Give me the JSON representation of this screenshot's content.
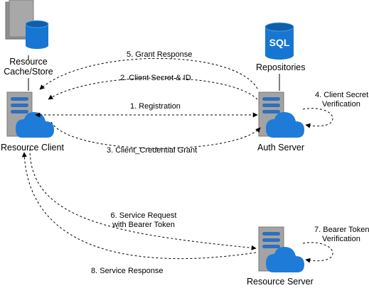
{
  "nodes": {
    "cache": {
      "label_line1": "Resource",
      "label_line2": "Cache/Store",
      "icons": [
        "document-stack-icon",
        "database-cylinder-icon"
      ]
    },
    "repositories": {
      "label": "Repositories",
      "badge": "SQL",
      "icon": "sql-database-icon"
    },
    "client": {
      "label": "Resource Client",
      "icons": [
        "server-icon",
        "cloud-icon"
      ]
    },
    "auth": {
      "label": "Auth Server",
      "icons": [
        "server-icon",
        "cloud-icon"
      ]
    },
    "resource_server": {
      "label": "Resource Server",
      "icons": [
        "server-icon",
        "cloud-icon"
      ]
    }
  },
  "edges": {
    "grant_response": "5. Grant Response",
    "client_secret_id": "2. Client Secret & ID",
    "registration": "1. Registration",
    "client_credential_grant": "3. Client_Credential Grant",
    "client_secret_verification": {
      "line1": "4. Client Secret",
      "line2": "Verification"
    },
    "service_request": {
      "line1": "6. Service Request",
      "line2": "with Bearer Token"
    },
    "bearer_token_verification": {
      "line1": "7. Bearer Token",
      "line2": "Verification"
    },
    "service_response": "8. Service Response"
  },
  "colors": {
    "server_gray": "#A3A3A3",
    "server_dark": "#7A7A7A",
    "cloud_blue": "#1F7BD8",
    "db_blue": "#1776D2",
    "db_dark": "#0F5EAD",
    "line": "#000000"
  }
}
